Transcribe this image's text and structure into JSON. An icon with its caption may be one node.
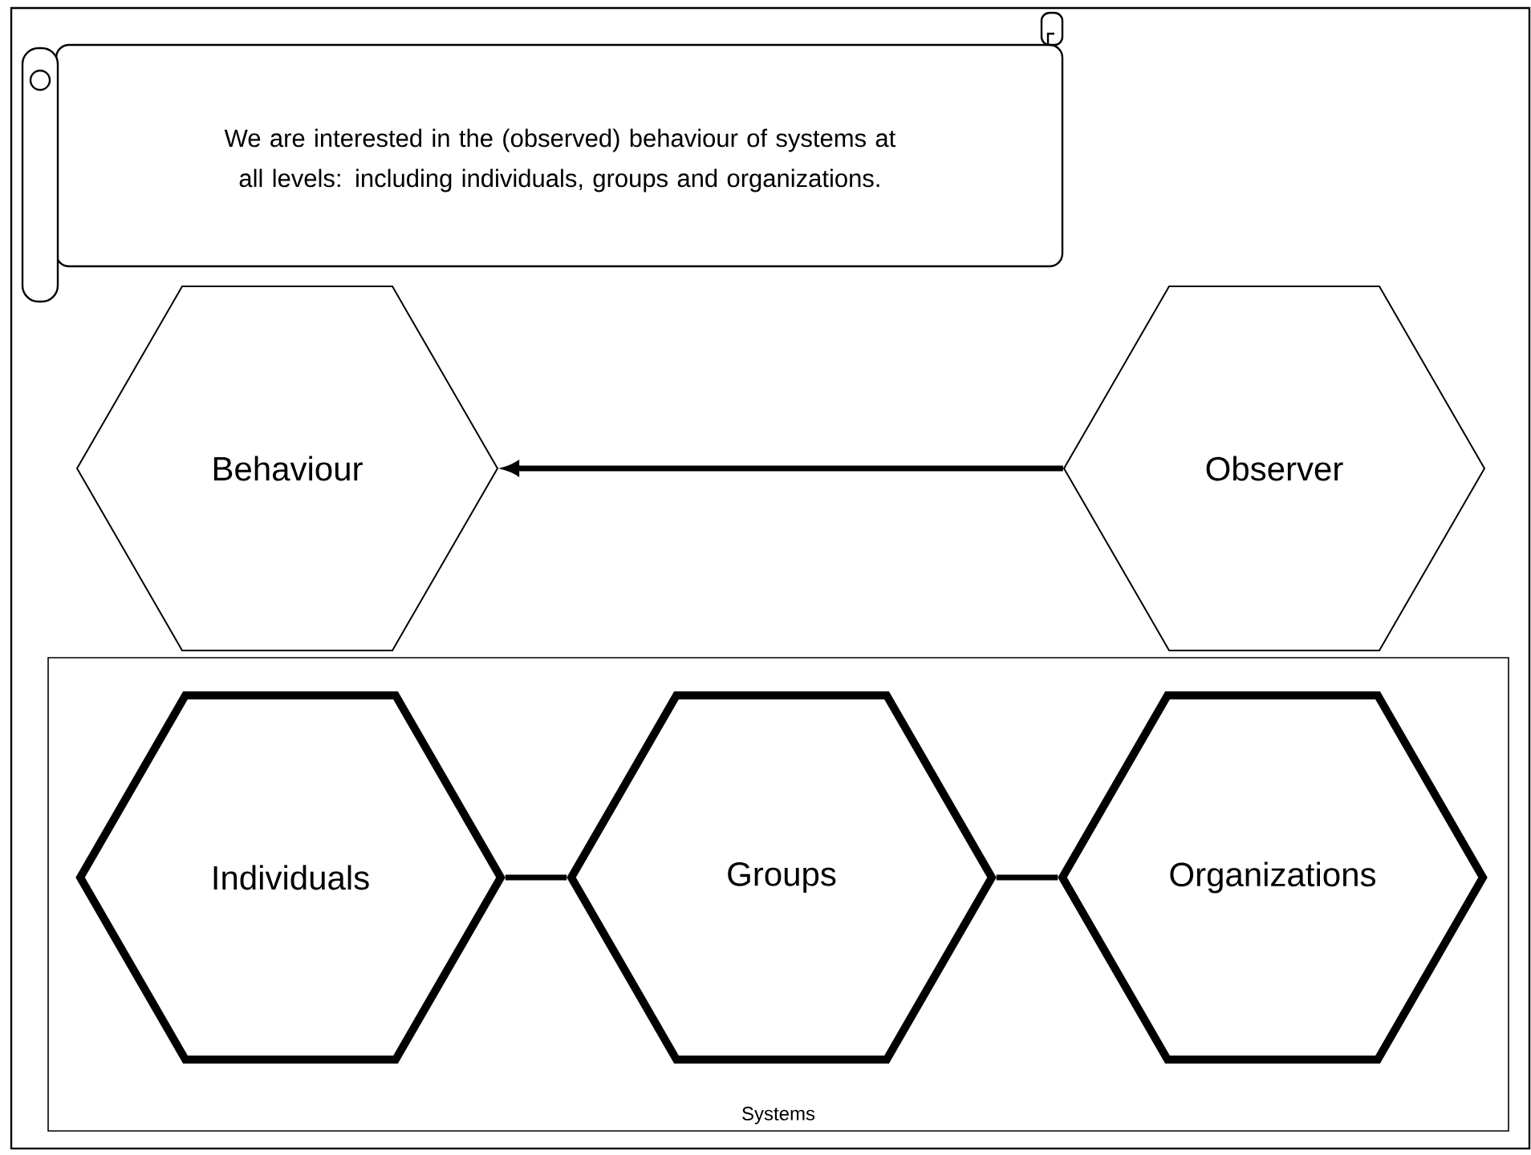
{
  "diagram": {
    "nodes": [
      {
        "text": [
          "We are interested in the (observed) behaviour of systems at all levels: including individuals, groups and organizations."
        ]
      },
      {
        "text": [
          "Behaviour"
        ]
      },
      {
        "text": [
          "Observer"
        ]
      },
      {
        "text": [
          "Systems"
        ]
      },
      {
        "text": [
          "Individuals"
        ],
        "in": 3
      },
      {
        "text": [
          "Groups"
        ],
        "in": 3
      },
      {
        "text": [
          "Organizations"
        ],
        "in": 3
      }
    ],
    "edges": [
      {
        "from": 2,
        "to": 1,
        "arrow": "to"
      },
      {
        "from": 4,
        "to": 5,
        "arrow": "none"
      },
      {
        "from": 5,
        "to": 6,
        "arrow": "none"
      }
    ]
  }
}
